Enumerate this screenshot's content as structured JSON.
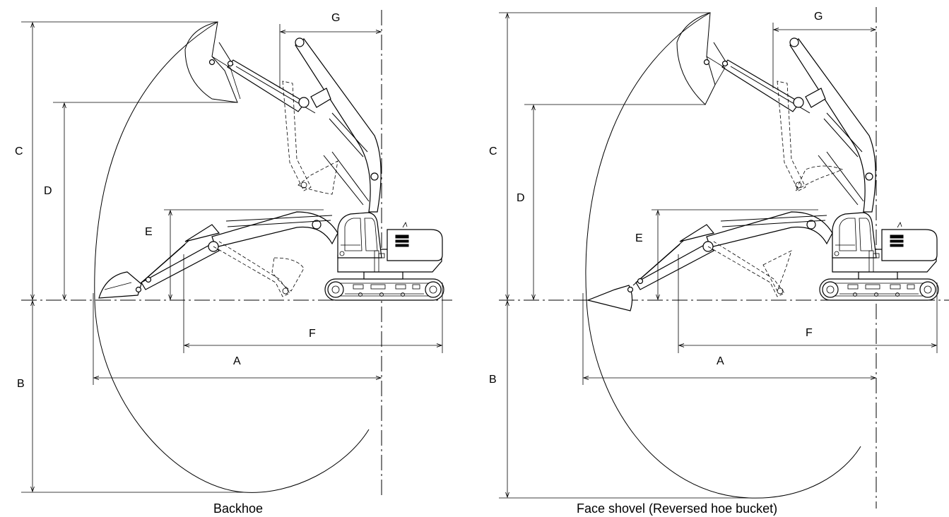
{
  "dimension_labels": {
    "a": "A",
    "b": "B",
    "c": "C",
    "d": "D",
    "e": "E",
    "f": "F",
    "g": "G"
  },
  "captions": {
    "backhoe": "Backhoe",
    "face_shovel": "Face shovel (Reversed hoe bucket)"
  }
}
